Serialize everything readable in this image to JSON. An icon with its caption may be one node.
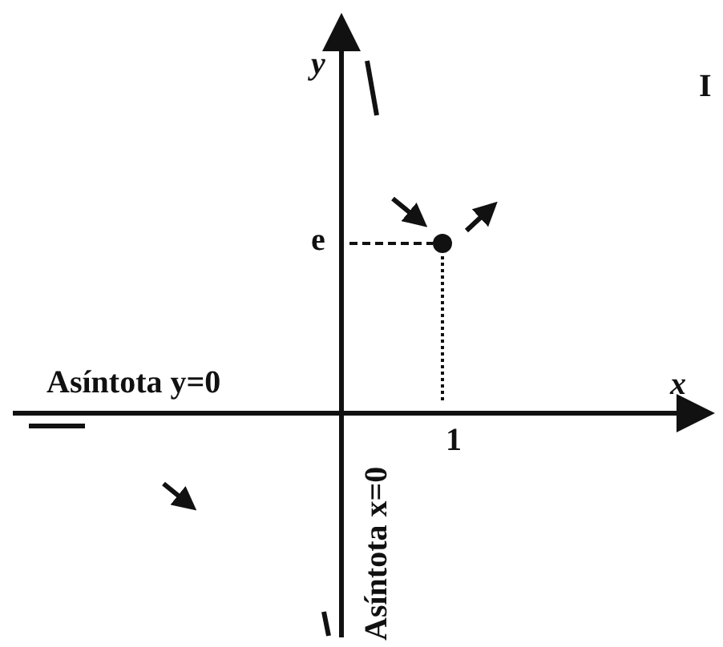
{
  "diagram": {
    "labels": [
      "y",
      "I",
      "e",
      "Asíntota y=0",
      "x",
      "1",
      "Asíntota x=0"
    ]
  }
}
